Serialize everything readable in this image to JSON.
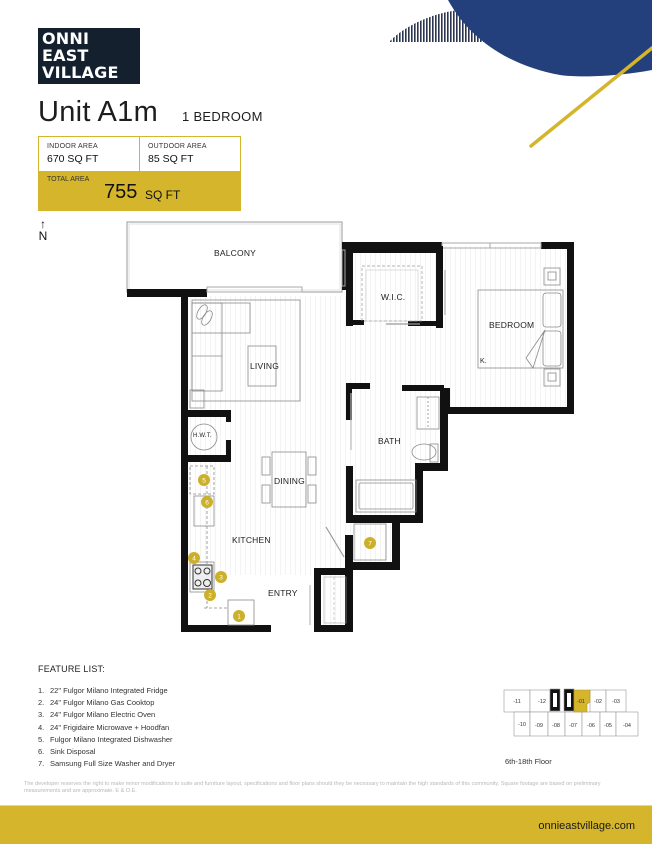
{
  "brand": {
    "logo_lines": [
      "ONNI",
      "EAST",
      "VILLAGE"
    ],
    "colors": {
      "navy": "#233f7c",
      "logo_bg": "#15202e",
      "gold": "#d4b52b"
    }
  },
  "unit": {
    "name": "Unit A1m",
    "type": "1 BEDROOM"
  },
  "areas": {
    "indoor": {
      "label": "INDOOR AREA",
      "value": "670 SQ FT"
    },
    "outdoor": {
      "label": "OUTDOOR AREA",
      "value": "85 SQ FT"
    },
    "total": {
      "label": "TOTAL AREA",
      "number": "755",
      "unit": "SQ FT"
    }
  },
  "compass": {
    "arrow": "↑",
    "label": "N"
  },
  "floorplan": {
    "rooms": {
      "balcony": "BALCONY",
      "living": "LIVING",
      "wic": "W.I.C.",
      "bedroom": "BEDROOM",
      "bed_size": "K.",
      "hwt": "H.W.T.",
      "dining": "DINING",
      "bath": "BATH",
      "kitchen": "KITCHEN",
      "entry": "ENTRY"
    },
    "markers": [
      "1",
      "2",
      "3",
      "4",
      "5",
      "6",
      "7"
    ]
  },
  "features": {
    "title": "FEATURE LIST:",
    "items": [
      {
        "num": "1.",
        "text": "22\" Fulgor Milano Integrated Fridge"
      },
      {
        "num": "2.",
        "text": "24\" Fulgor Milano Gas Cooktop"
      },
      {
        "num": "3.",
        "text": "24\" Fulgor Milano Electric Oven"
      },
      {
        "num": "4.",
        "text": "24\" Frigidaire Microwave + Hoodfan"
      },
      {
        "num": "5.",
        "text": "Fulgor Milano Integrated Dishwasher"
      },
      {
        "num": "6.",
        "text": "Sink Disposal"
      },
      {
        "num": "7.",
        "text": "Samsung Full Size Washer and Dryer"
      }
    ]
  },
  "keyplan": {
    "units_top": [
      "-11",
      "-12",
      "-01",
      "-02",
      "-03"
    ],
    "units_bottom": [
      "-10",
      "-09",
      "-08",
      "-07",
      "-06",
      "-05",
      "-04"
    ],
    "highlighted": "-01",
    "floor_label": "6th-18th Floor"
  },
  "disclaimer": "The developer reserves the right to make minor modifications to suite and furniture layout, specifications and floor plans should they be necessary to maintain the high standards of this community. Square footage are based on preliminary measurements and are approximate. E & O.E.",
  "footer": {
    "url": "onnieastvillage.com"
  }
}
